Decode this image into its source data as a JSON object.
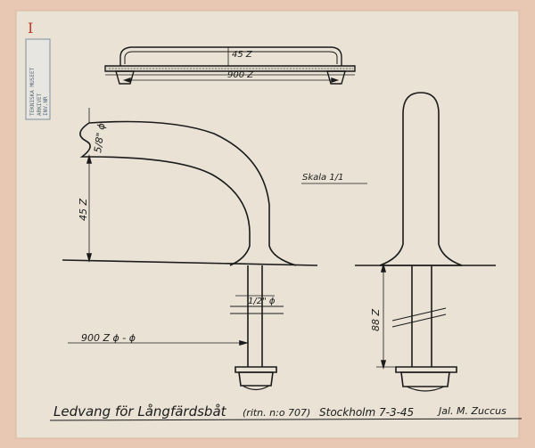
{
  "sheet": {
    "corner_mark": "I",
    "stamp_lines": [
      "TEKNISKA MUSEET",
      "ARKIVET",
      "INV.NR"
    ]
  },
  "top_view": {
    "height_dim": "45 Z",
    "length_dim": "900 Z"
  },
  "side_view": {
    "diameter_dim": "5/8\" ϕ",
    "height_dim": "45 Z",
    "bolt_dim": "1/2\" ϕ",
    "spacing_note": "900 Z ϕ - ϕ"
  },
  "scale_note": "Skala 1/1",
  "front_view": {
    "bolt_length_dim": "88 Z"
  },
  "title_block": {
    "title": "Ledvang för Långfärdsbåt",
    "drawing_ref": "(ritn. n:o 707)",
    "place_date": "Stockholm 7-3-45",
    "signature": "Jal. M. Zuccus"
  },
  "colors": {
    "paper": "#e9e2d5",
    "border": "#e8c7b3",
    "ink": "#1b1b1b",
    "stamp": "#7f8fa0",
    "red_mark": "#c0392b"
  }
}
